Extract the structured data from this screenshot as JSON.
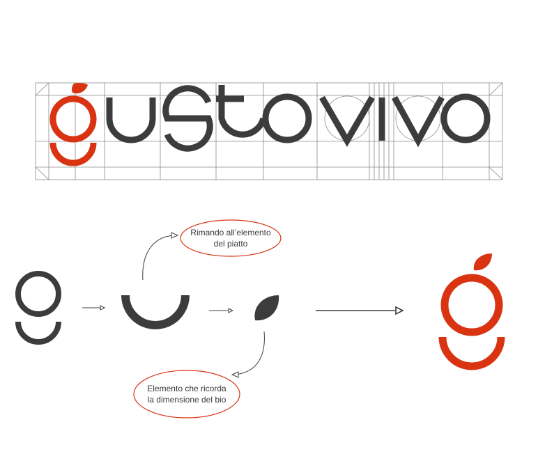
{
  "colors": {
    "accent": "#d93312",
    "ink": "#3c3c3c",
    "grid": "#8a8a8a",
    "background": "#ffffff"
  },
  "logo": {
    "wordmark": "gustovivo",
    "accent_letter": "g",
    "body_letters": "ustovivo"
  },
  "annotations": {
    "top_line1": "Rimando all’elemento",
    "top_line2": "del piatto",
    "bottom_line1": "Elemento che ricorda",
    "bottom_line2": "la dimensione del bio"
  },
  "icons": [
    "g-grey-glyph",
    "arc-glyph",
    "leaf-glyph",
    "g-red-final-glyph"
  ]
}
